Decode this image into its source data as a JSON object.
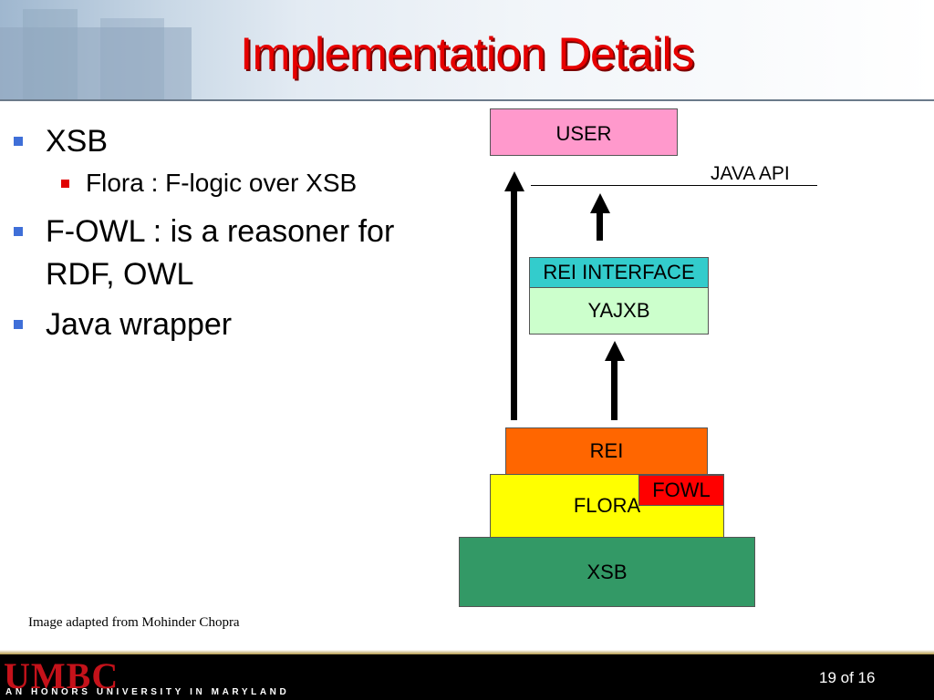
{
  "slide": {
    "title": "Implementation Details"
  },
  "bullets": [
    {
      "text": "XSB",
      "sub": [
        {
          "text": "Flora : F-logic over XSB"
        }
      ]
    },
    {
      "text": "F-OWL : is a reasoner for RDF, OWL",
      "sub": []
    },
    {
      "text": "Java wrapper",
      "sub": []
    }
  ],
  "diagram": {
    "user": "USER",
    "java_api": "JAVA API",
    "rei_interface": "REI INTERFACE",
    "yajxb": "YAJXB",
    "rei": "REI",
    "flora": "FLORA",
    "fowl": "FOWL",
    "xsb": "XSB"
  },
  "caption": "Image adapted from Mohinder Chopra",
  "footer": {
    "logo": "UMBC",
    "tagline": "AN HONORS UNIVERSITY IN MARYLAND",
    "page": "19 of  16"
  }
}
